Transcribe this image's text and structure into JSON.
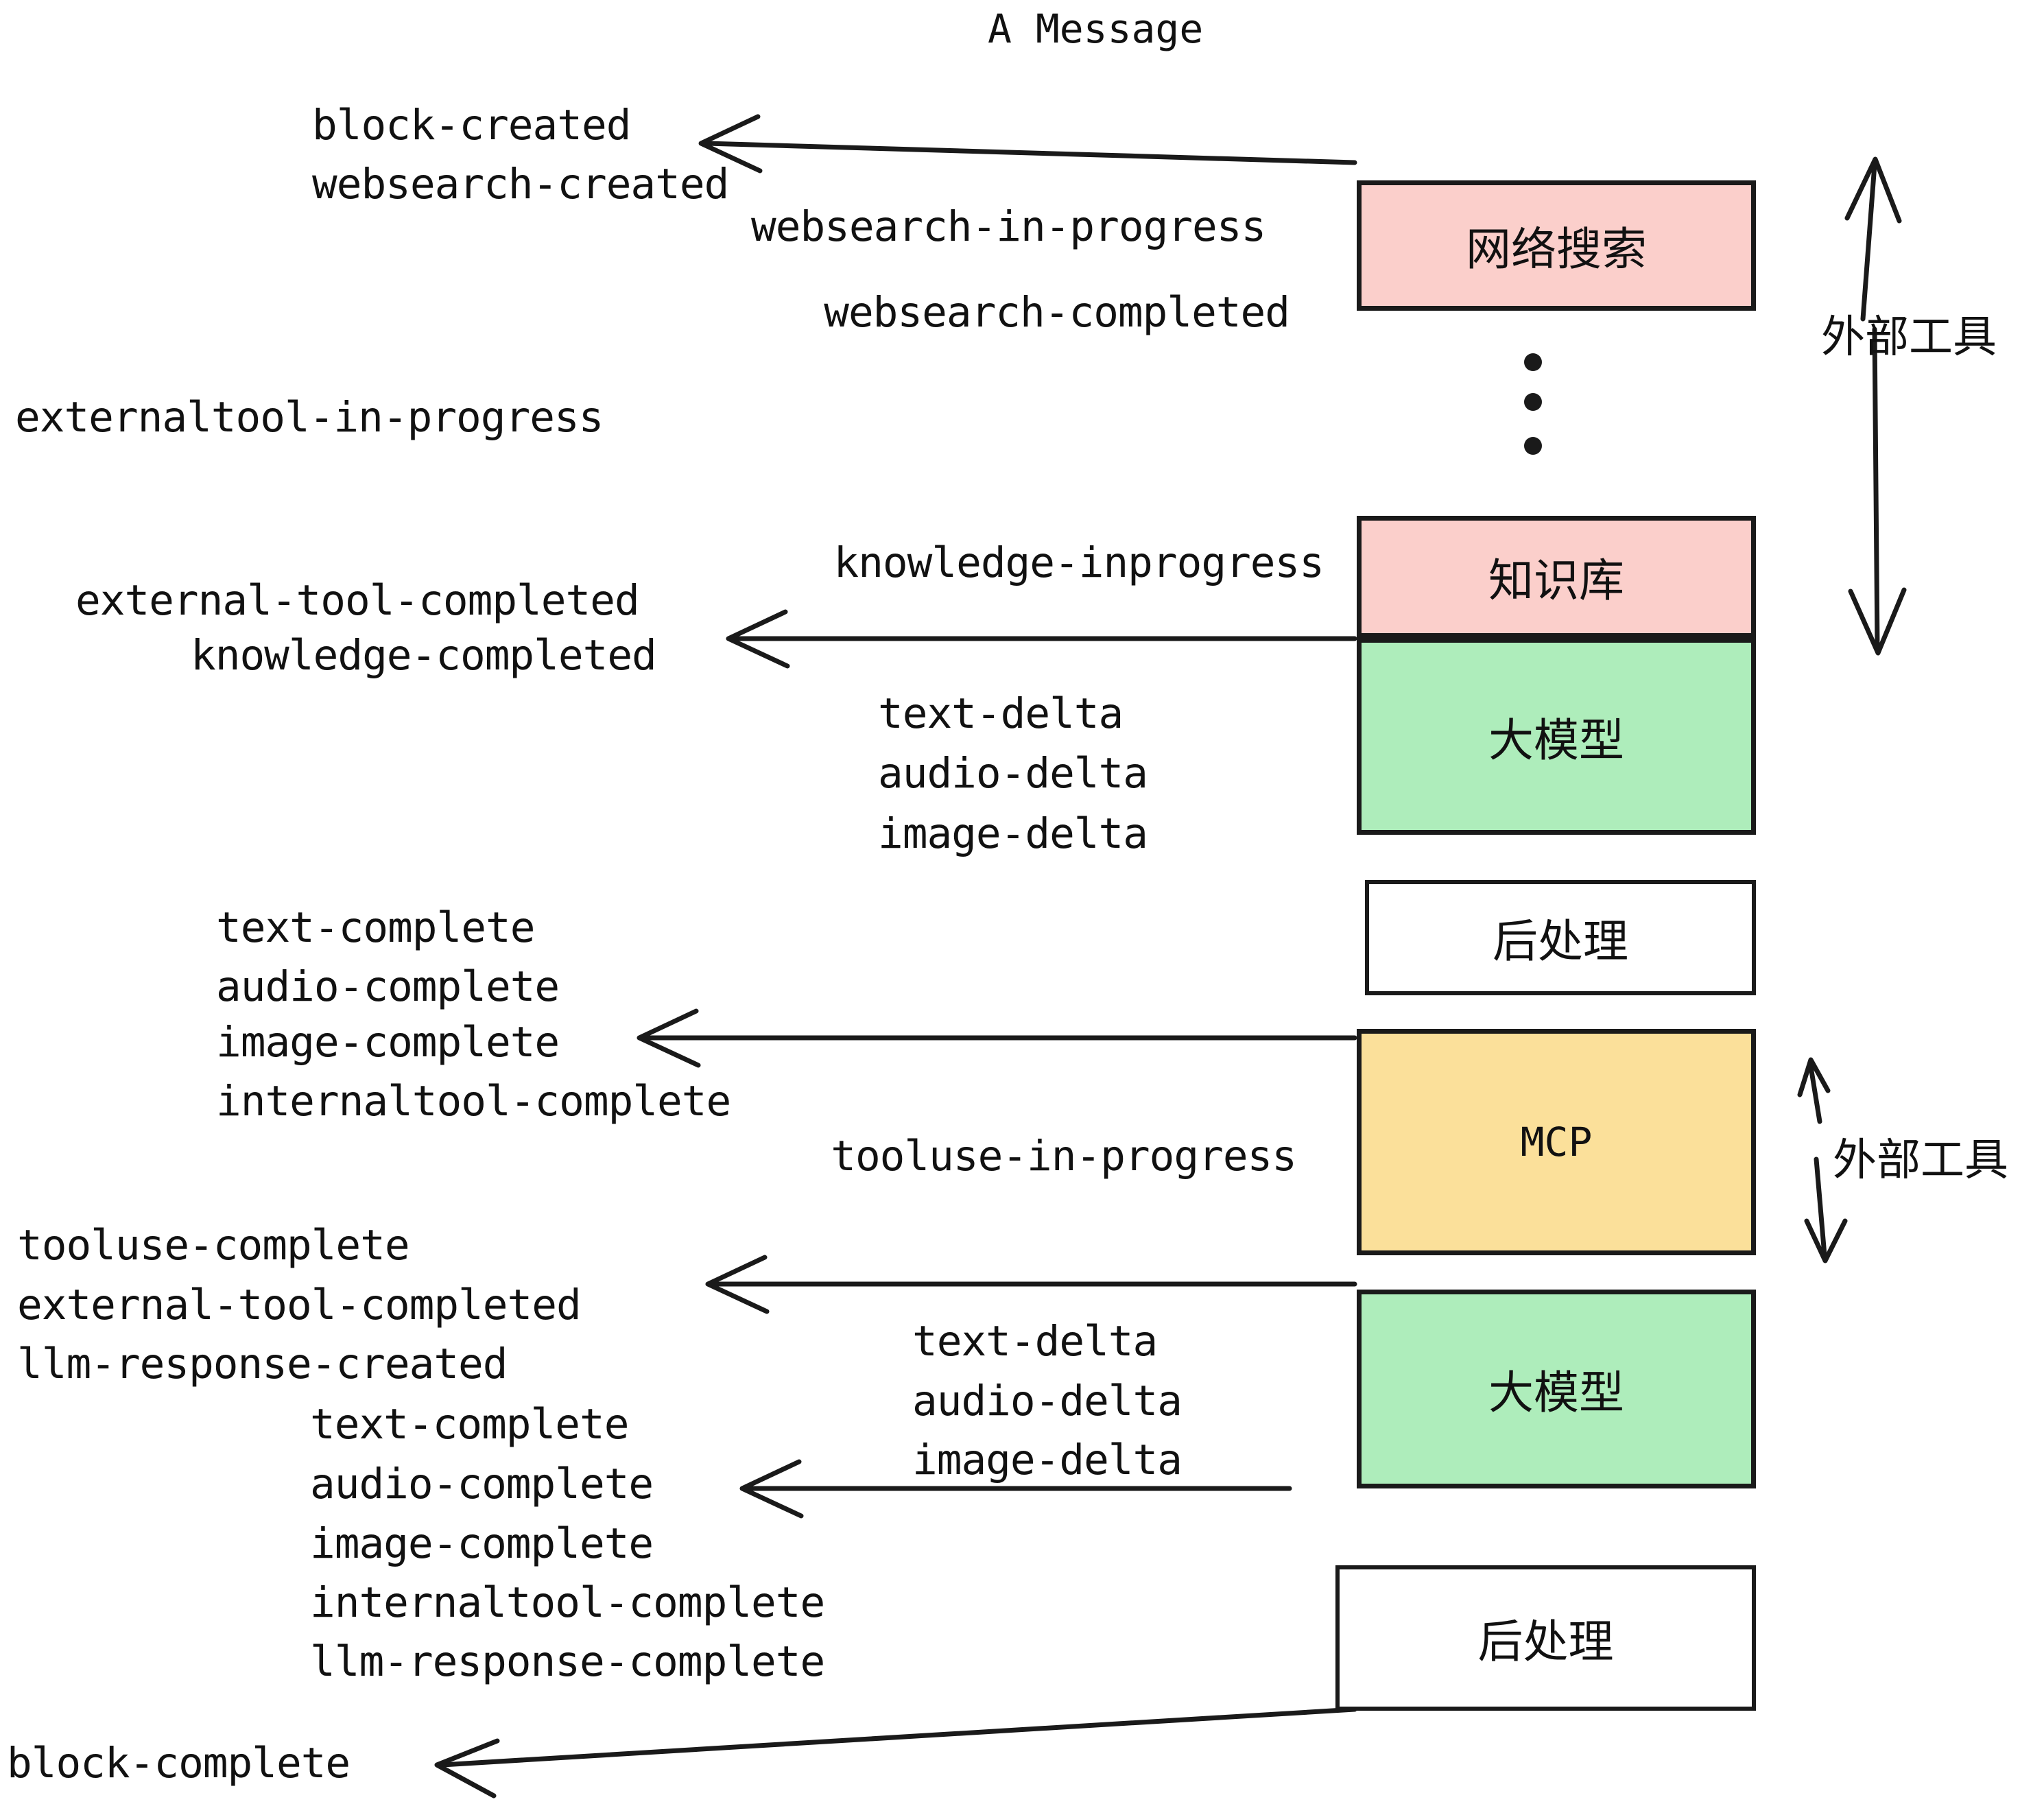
{
  "title": "A Message",
  "colors": {
    "pink": "#fbcfcb",
    "green": "#aeedbb",
    "yellow": "#fbe09a",
    "white": "#ffffff",
    "stroke": "#1a1a1a",
    "text": "#111111"
  },
  "boxes": [
    {
      "id": "websearch",
      "label": "网络搜索",
      "fill": "pink"
    },
    {
      "id": "knowledge",
      "label": "知识库",
      "fill": "pink"
    },
    {
      "id": "llm-1",
      "label": "大模型",
      "fill": "green"
    },
    {
      "id": "postprocess-1",
      "label": "后处理",
      "fill": "white"
    },
    {
      "id": "mcp",
      "label": "MCP",
      "fill": "yellow"
    },
    {
      "id": "llm-2",
      "label": "大模型",
      "fill": "green"
    },
    {
      "id": "postprocess-2",
      "label": "后处理",
      "fill": "white"
    }
  ],
  "side_labels": {
    "external_tools_top": "外部工具",
    "external_tools_bottom": "外部工具"
  },
  "events": {
    "block_created": "block-created",
    "websearch_created": "websearch-created",
    "websearch_in_progress": "websearch-in-progress",
    "websearch_completed": "websearch-completed",
    "externaltool_in_progress": "externaltool-in-progress",
    "knowledge_inprogress": "knowledge-inprogress",
    "external_tool_completed_1": "external-tool-completed",
    "knowledge_completed": "knowledge-completed",
    "text_delta_1": "text-delta",
    "audio_delta_1": "audio-delta",
    "image_delta_1": "image-delta",
    "text_complete_1": "text-complete",
    "audio_complete_1": "audio-complete",
    "image_complete_1": "image-complete",
    "internaltool_complete_1": "internaltool-complete",
    "tooluse_in_progress": "tooluse-in-progress",
    "tooluse_complete": "tooluse-complete",
    "external_tool_completed_2": "external-tool-completed",
    "llm_response_created": "llm-response-created",
    "text_delta_2": "text-delta",
    "audio_delta_2": "audio-delta",
    "image_delta_2": "image-delta",
    "text_complete_2": "text-complete",
    "audio_complete_2": "audio-complete",
    "image_complete_2": "image-complete",
    "internaltool_complete_2": "internaltool-complete",
    "llm_response_complete": "llm-response-complete",
    "block_complete": "block-complete"
  }
}
